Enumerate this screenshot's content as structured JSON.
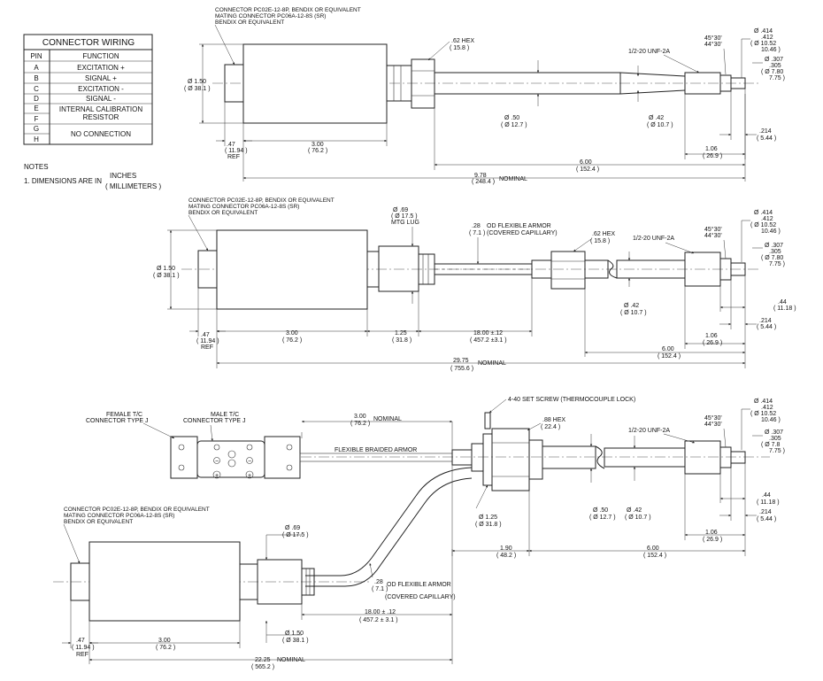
{
  "wiring": {
    "title": "CONNECTOR WIRING",
    "headers": [
      "PIN",
      "FUNCTION"
    ],
    "rows": [
      {
        "pin": "A",
        "fn": "EXCITATION +"
      },
      {
        "pin": "B",
        "fn": "SIGNAL +"
      },
      {
        "pin": "C",
        "fn": "EXCITATION -"
      },
      {
        "pin": "D",
        "fn": "SIGNAL -"
      },
      {
        "pin": "E",
        "fn1": "INTERNAL CALIBRATION",
        "fn2": "RESISTOR"
      },
      {
        "pin": "F"
      },
      {
        "pin": "G",
        "fn": "NO CONNECTION"
      },
      {
        "pin": "H"
      }
    ]
  },
  "notes": {
    "title": "NOTES",
    "line1": "1. DIMENSIONS ARE IN",
    "unit1": "INCHES",
    "unit2": "( MILLIMETERS )"
  },
  "common": {
    "conn_l1": "CONNECTOR PC02E-12-8P, BENDIX OR EQUIVALENT",
    "conn_l2": "MATING CONNECTOR PC06A-12-8S (SR)",
    "conn_l3": "BENDIX OR EQUIVALENT",
    "d150": "Ø 1.50",
    "d381": "( Ø 38.1 )",
    "d047": ".47",
    "d1194": "( 11.94 )",
    "ref": "REF",
    "d300": "3.00",
    "d762": "( 76.2 )",
    "thread": "1/2-20 UNF-2A",
    "angle1": "45°30'",
    "angle2": "44°30'",
    "d414": "Ø .414",
    "d412": ".412",
    "d1052": "( Ø 10.52",
    "d1046": "10.46 )",
    "d307": "Ø .307",
    "d305": ".305",
    "d780": "( Ø 7.80",
    "d775": "7.75 )",
    "d78": "( Ø 7.8",
    "d214": ".214",
    "d544": "( 5.44 )",
    "d106": "1.06",
    "d269": "( 26.9 )",
    "d600": "6.00",
    "d1524": "( 152.4 )",
    "d042": "Ø .42",
    "d107": "( Ø 10.7 )",
    "hex62": ".62 HEX",
    "hex158": "( 15.8 )",
    "d044": ".44",
    "d1118": "( 11.18 )",
    "nominal": "NOMINAL",
    "dash": "—"
  },
  "view1": {
    "d050": "Ø .50",
    "d127": "( Ø 12.7 )",
    "overall": "9.78",
    "overall_mm": "( 248.4 )"
  },
  "view2": {
    "lug1": "Ø .69",
    "lug2": "( Ø 17.5 )",
    "lug3": "MTG LUG",
    "armor1": ".28",
    "armor2": "( 7.1 )",
    "armor3": "OD FLEXIBLE ARMOR",
    "armor4": "(COVERED CAPILLARY)",
    "d125": "1.25",
    "d318": "( 31.8 )",
    "d1800": "18.00 ±.12",
    "d4572": "( 457.2 ±3.1 )",
    "overall": "29.75",
    "overall_mm": "( 755.6 )"
  },
  "view3": {
    "set_screw": "4-40 SET SCREW (THERMOCOUPLE LOCK)",
    "hex88": ".88 HEX",
    "hex224": "( 22.4 )",
    "female1": "FEMALE T/C",
    "female2": "CONNECTOR TYPE J",
    "male1": "MALE T/C",
    "male2": "CONNECTOR TYPE J",
    "d300n": "3.00",
    "d762n": "( 76.2 )",
    "braided": "FLEXIBLE BRAIDED ARMOR",
    "d125": "Ø 1.25",
    "d318": "( Ø 31.8 )",
    "d050": "Ø .50",
    "d127": "( Ø 12.7 )",
    "d042": "Ø .42",
    "d107": "( Ø 10.7 )",
    "d190": "1.90",
    "d482": "( 48.2 )",
    "d069": "Ø .69",
    "d175": "( Ø 17.5 )",
    "armor1": ".28",
    "armor2": "( 7.1 )",
    "armor3": "OD FLEXIBLE ARMOR",
    "armor4": "(COVERED CAPILLARY)",
    "d1800": "18.00 ± .12",
    "d4572": "( 457.2 ± 3.1 )",
    "d150": "Ø 1.50",
    "d381": "( Ø 38.1 )",
    "overall": "22.25",
    "overall_mm": "( 565.2 )",
    "plus": "+",
    "minus": "−"
  }
}
